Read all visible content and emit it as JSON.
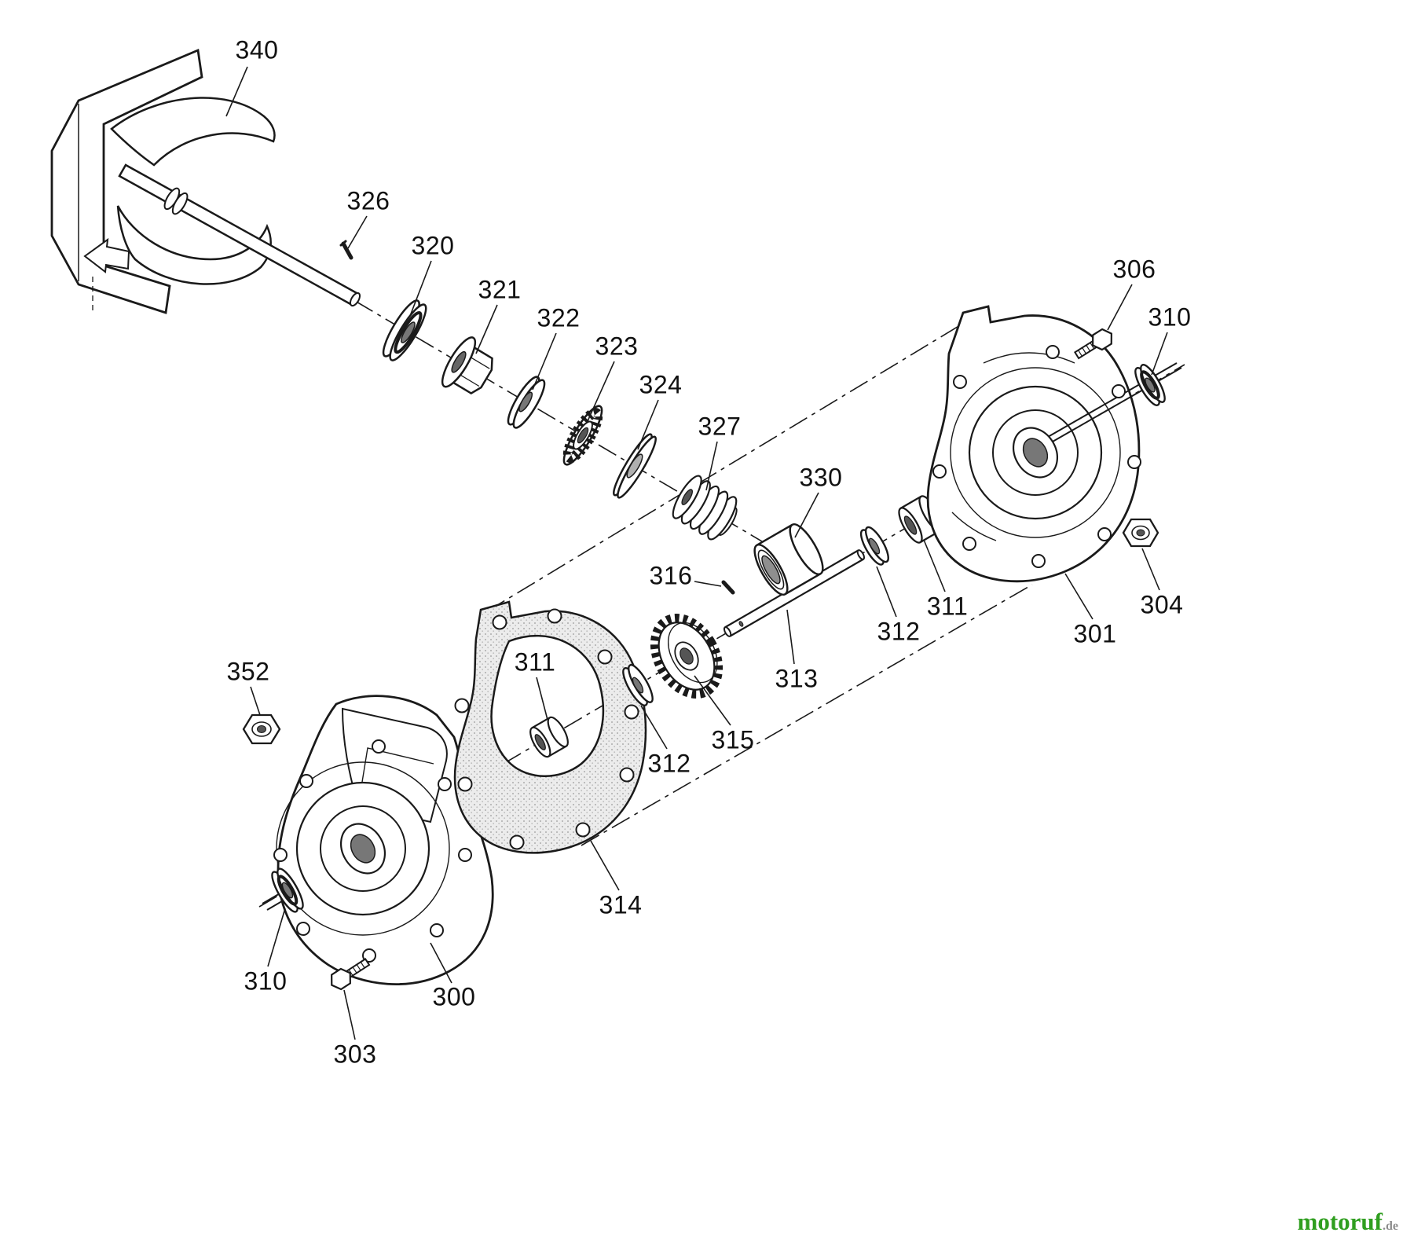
{
  "diagram": {
    "type": "exploded-parts-diagram",
    "subject": "auger gear case assembly",
    "part_labels": [
      "340",
      "326",
      "320",
      "321",
      "322",
      "323",
      "324",
      "327",
      "330",
      "316",
      "306",
      "310",
      "304",
      "301",
      "311",
      "312",
      "313",
      "315",
      "312",
      "311",
      "314",
      "352",
      "310",
      "303",
      "300"
    ]
  },
  "watermark": {
    "brand": "motoruf",
    "tld": ".de"
  },
  "colors": {
    "line": "#1a1a1a",
    "background": "#ffffff",
    "gasket_fill": "#ececec",
    "watermark_brand": "#2f9e1f",
    "watermark_tld": "#8c8c8c"
  }
}
